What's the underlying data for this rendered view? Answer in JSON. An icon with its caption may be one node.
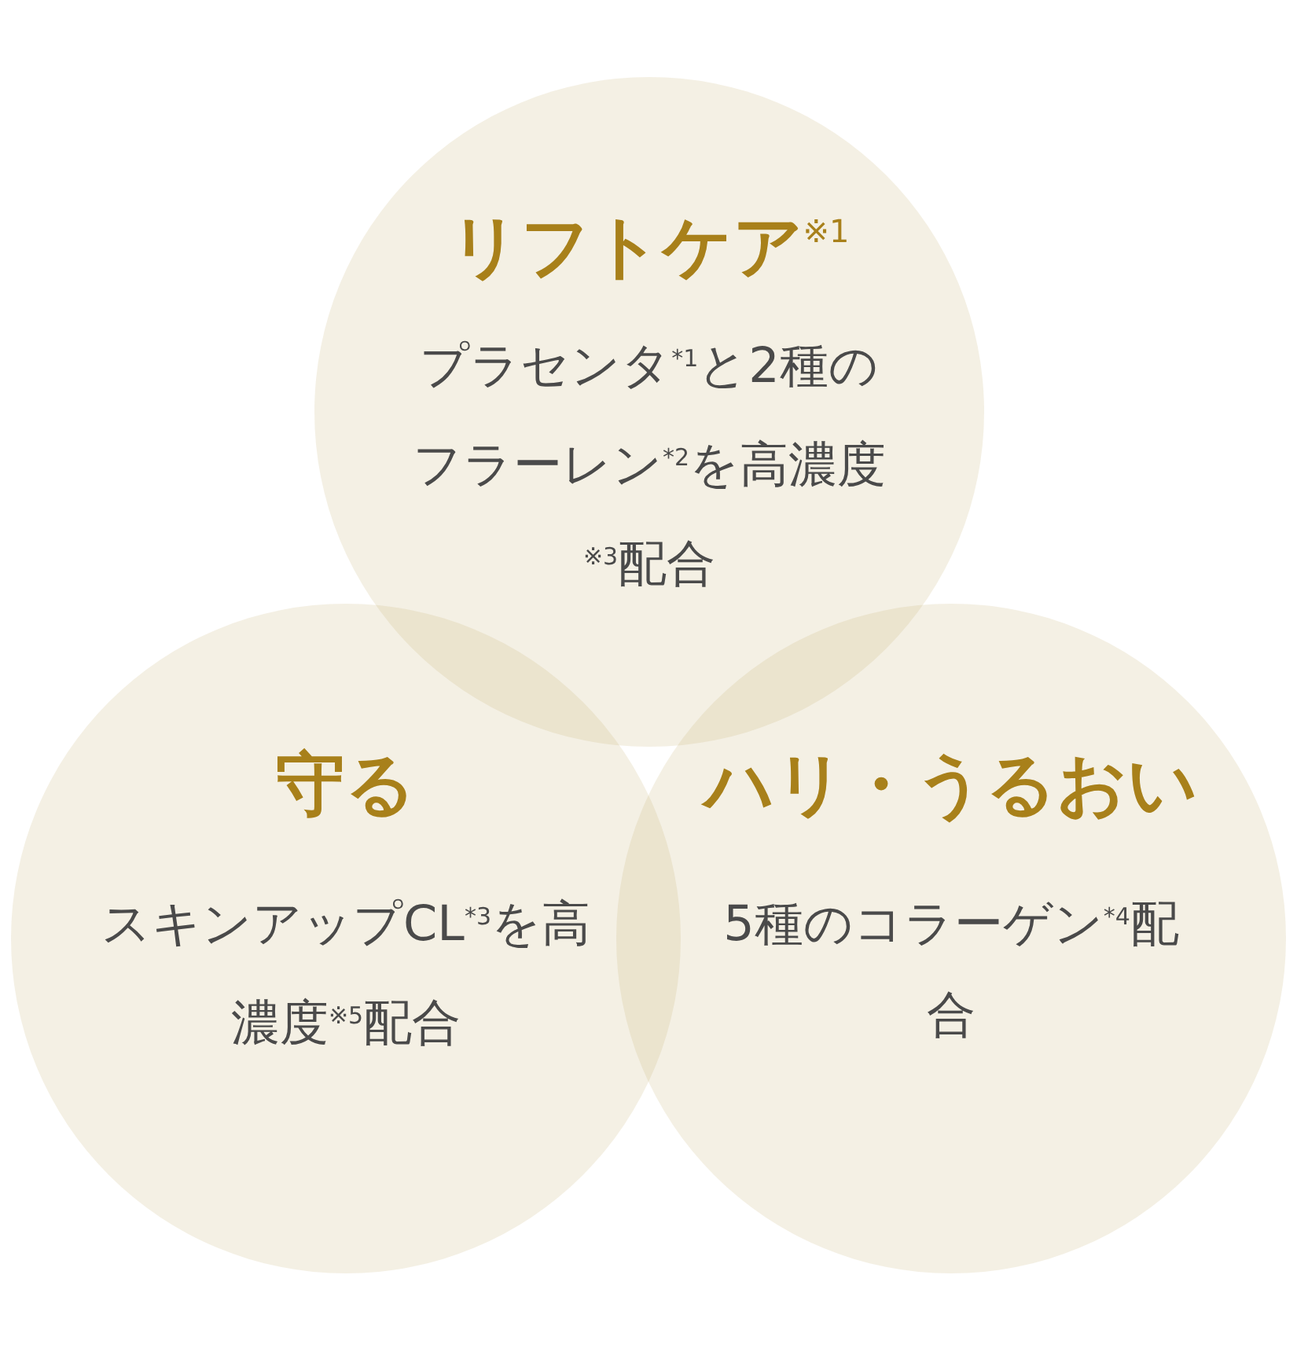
{
  "diagram": {
    "nodes": [
      {
        "text": [
          "リフトケア$^{※1}$",
          "プラセンタ$^{*1}$と2種のフラーレン$^{*2}$を高濃度$^{※3}$配合"
        ]
      },
      {
        "text": [
          "守る",
          "スキンアップCL$^{*3}$を高濃度$^{※5}$配合"
        ]
      },
      {
        "text": [
          "ハリ・うるおい",
          "5種のコラーゲン$^{*4}$配合"
        ]
      }
    ]
  }
}
